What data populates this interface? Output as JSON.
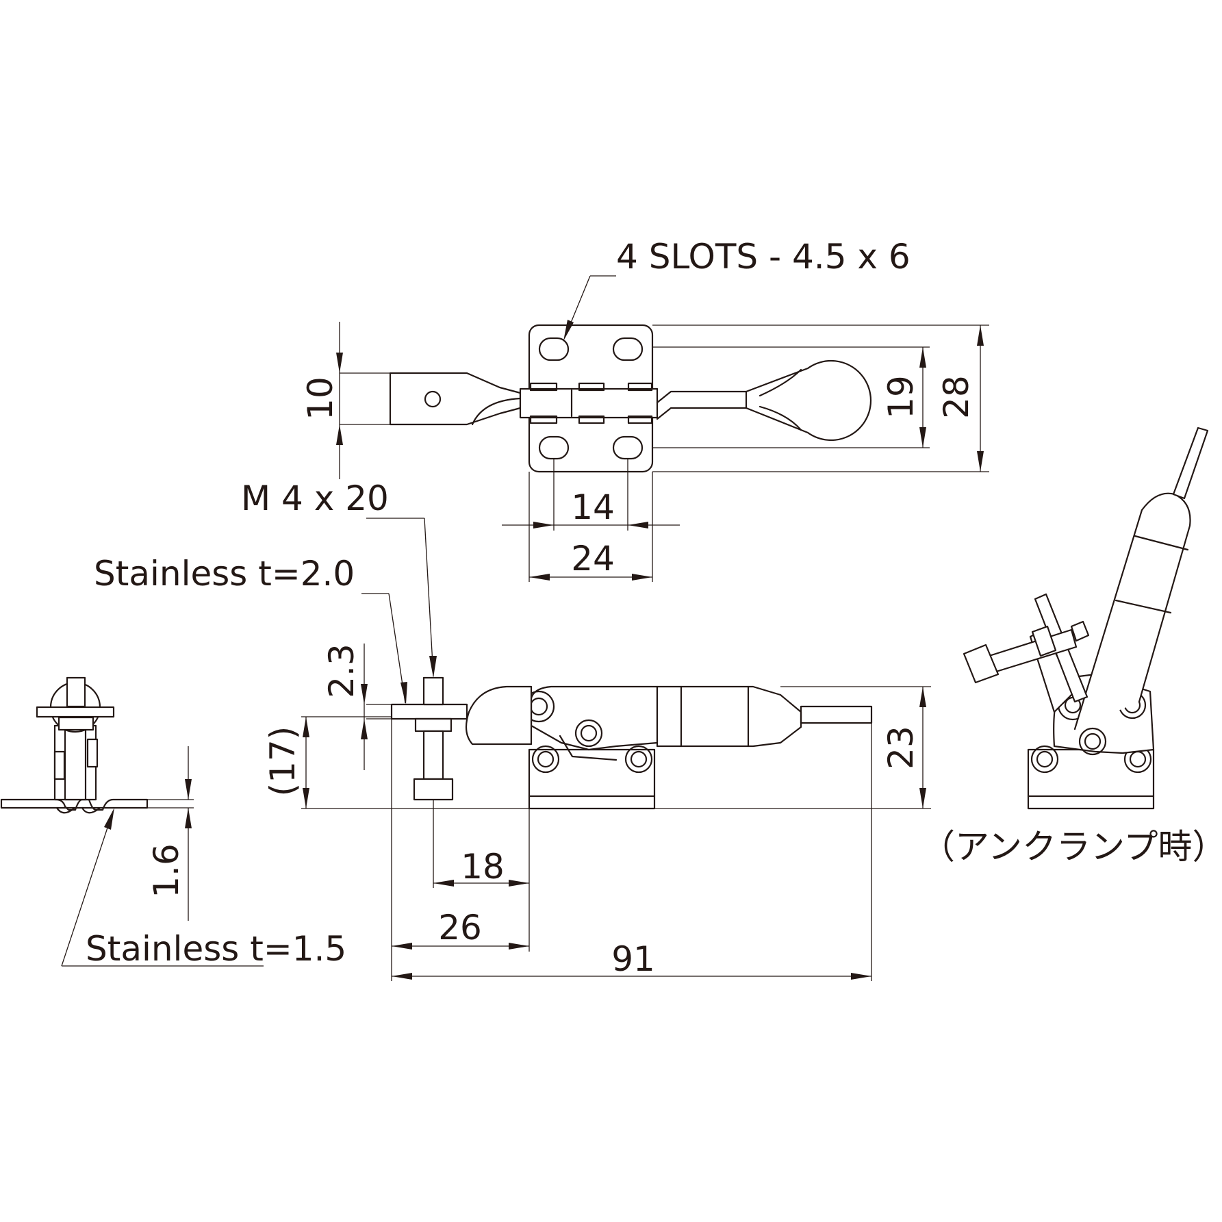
{
  "labels": {
    "slots": "4 SLOTS - 4.5 x 6",
    "bolt": "M 4 x 20",
    "arm_material": "Stainless t=2.0",
    "base_material": "Stainless t=1.5",
    "unclamped_note": "（アンクランプ時）"
  },
  "dimensions": {
    "d10": "10",
    "d19": "19",
    "d28": "28",
    "d14": "14",
    "d24": "24",
    "d2_3": "2.3",
    "d17": "(17)",
    "d23": "23",
    "d1_6": "1.6",
    "d18": "18",
    "d26": "26",
    "d91": "91"
  }
}
